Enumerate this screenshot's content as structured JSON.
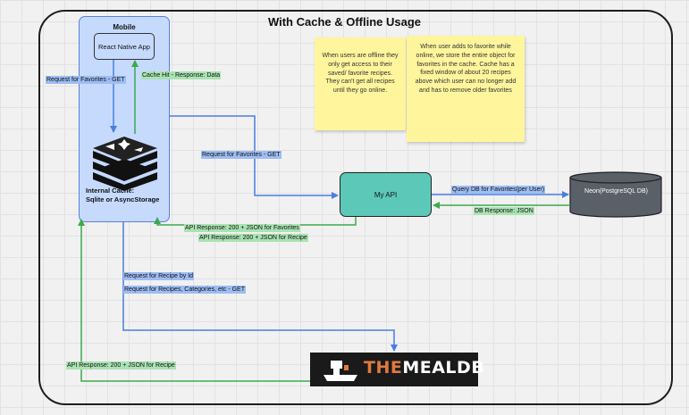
{
  "title": "With Cache & Offline Usage",
  "mobile": {
    "title": "Mobile",
    "app_label": "React Native App",
    "cache_label_line1": "Internal Cache:",
    "cache_label_line2": "Sqlite or AsyncStorage"
  },
  "api_label": "My API",
  "db_label": "Neon(PostgreSQL DB)",
  "brand": {
    "prefix": "THE",
    "suffix": "MEALDB"
  },
  "notes": {
    "offline": "When users are offline they only get access to their saved/ favorite recipes. They can't get all recipes until they go online.",
    "favorites": "When user adds to favorite while online, we store the entire object for favorites in the cache. Cache has a fixed window of about 20 recipes above which user can no longer add and has to remove older favorites"
  },
  "edges": {
    "req_favorites_cache": "Request for Favorites - GET",
    "cache_hit": "Cache Hit - Response: Data",
    "req_favorites_api": "Request for Favorites - GET",
    "api_resp_favorites": "API Response: 200 + JSON for Favorites",
    "api_resp_recipe": "API Response: 200 + JSON for Recipe",
    "query_db": "Query DB for Favorites(per User)",
    "db_response": "DB Response: JSON",
    "req_recipe_id": "Request for Recipe by Id",
    "req_recipes": "Request for Recipes, Categories, etc - GET",
    "api_resp_recipe_meal": "API Response: 200 + JSON for Recipe"
  },
  "colors": {
    "request_arrow": "#4a7ee0",
    "response_arrow": "#3aaa4a",
    "mobile_fill": "#c5dafd",
    "api_fill": "#5cc9b8",
    "db_fill": "#5a6068",
    "note_fill": "#fff59c"
  },
  "icons": [
    "redis-cache-icon",
    "themealdb-logo-icon",
    "database-icon"
  ]
}
